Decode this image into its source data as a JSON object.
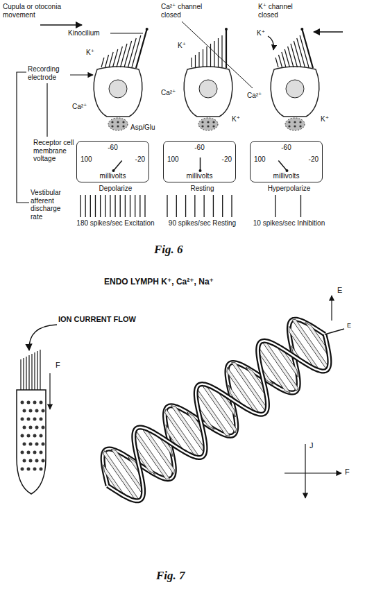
{
  "diagram": {
    "nodes": [
      {
        "text": [
          "-60",
          "100",
          "-20",
          "millivolts"
        ]
      },
      {
        "text": [
          "-60",
          "100",
          "-20",
          "millivolts"
        ]
      },
      {
        "text": [
          "-60",
          "100",
          "-20",
          "millivolts"
        ]
      },
      {
        "text": [
          "Depolarize",
          "180 spikes/sec Excitation"
        ]
      },
      {
        "text": [
          "Resting",
          "90 spikes/sec Resting"
        ]
      },
      {
        "text": [
          "Hyperpolarize",
          "10 spikes/sec Inhibition"
        ]
      }
    ],
    "labels": [
      "Cupula or otoconia movement",
      "Ca²⁺ channel closed",
      "K⁺ channel closed",
      "Kinocilium",
      "K⁺",
      "K⁺",
      "K⁺",
      "Recording electrode",
      "Ca²⁺",
      "Asp/Glu",
      "Ca²⁺",
      "K⁺",
      "Ca²⁺",
      "K⁺",
      "Receptor cell membrane voltage",
      "Vestibular afferent discharge rate",
      "Fig. 6",
      "ENDO LYMPH K⁺, Ca²⁺, Na⁺",
      "ION CURRENT FLOW",
      "F",
      "E",
      "E",
      "J",
      "F",
      "Fig. 7"
    ]
  }
}
